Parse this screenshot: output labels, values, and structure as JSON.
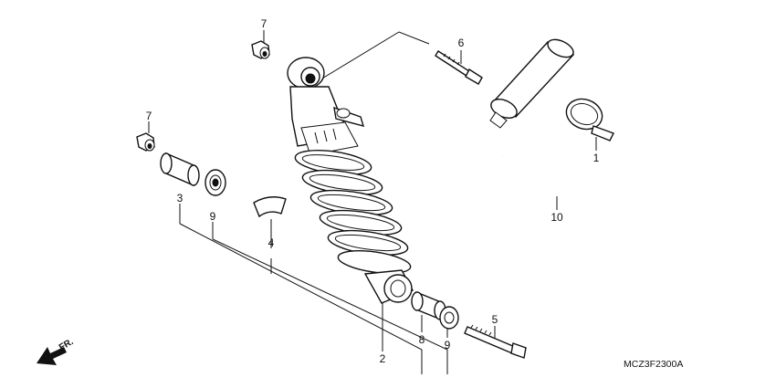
{
  "diagram_code": "MCZ3F2300A",
  "front_marker": "FR.",
  "callouts": [
    {
      "id": "rear-bolt-top",
      "text": "6"
    },
    {
      "id": "cap-nut-top",
      "text": "7"
    },
    {
      "id": "cap-nut-left",
      "text": "7"
    },
    {
      "id": "collar",
      "text": "3"
    },
    {
      "id": "bearing-left",
      "text": "9"
    },
    {
      "id": "dust-seal",
      "text": "4"
    },
    {
      "id": "shock-absorber",
      "text": "2"
    },
    {
      "id": "band-clamp",
      "text": "1"
    },
    {
      "id": "hose-band",
      "text": "10"
    },
    {
      "id": "bolt-lower",
      "text": "5"
    },
    {
      "id": "bearing-lower",
      "text": "8"
    },
    {
      "id": "bearing-lower-seal",
      "text": "9"
    }
  ]
}
